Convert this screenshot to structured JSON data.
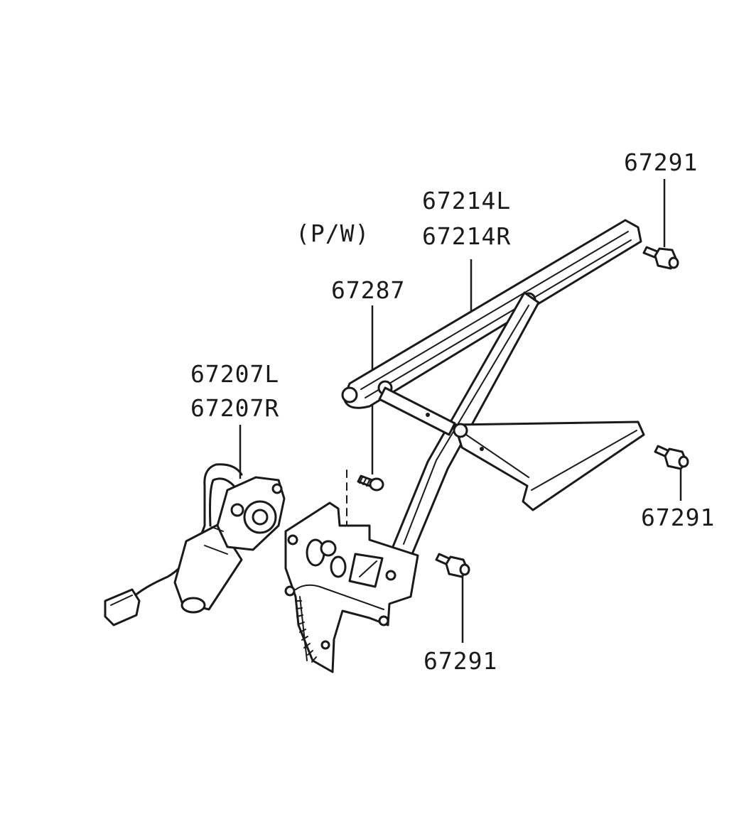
{
  "diagram": {
    "note": "(P/W)",
    "labels": {
      "bolt_top_right": "67291",
      "regulator_l": "67214L",
      "regulator_r": "67214R",
      "screw": "67287",
      "motor_l": "67207L",
      "motor_r": "67207R",
      "bolt_mid_right": "67291",
      "bolt_bottom": "67291"
    }
  }
}
